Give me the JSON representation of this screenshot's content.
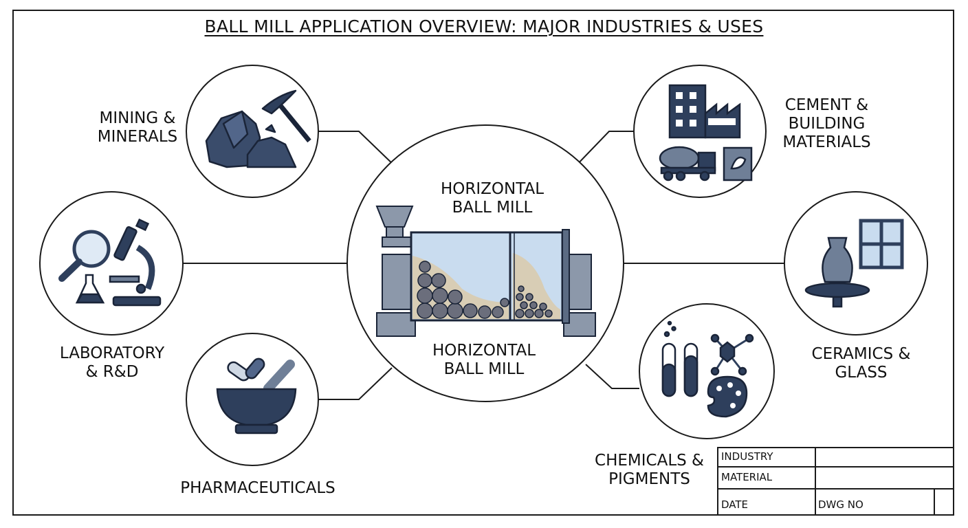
{
  "title": "BALL MILL APPLICATION OVERVIEW: MAJOR INDUSTRIES & USES",
  "center": {
    "label_top": "HORIZONTAL\nBALL MILL",
    "label_bottom": "HORIZONTAL\nBALL MILL"
  },
  "industries": {
    "mining": "MINING &\nMINERALS",
    "laboratory": "LABORATORY\n& R&D",
    "pharma": "PHARMACEUTICALS",
    "cement": "CEMENT &\nBUILDING\nMATERIALS",
    "ceramics": "CERAMICS &\nGLASS",
    "chemicals": "CHEMICALS &\nPIGMENTS"
  },
  "title_block": {
    "industry": "INDUSTRY",
    "material": "MATERIAL",
    "date": "DATE",
    "dwg_no": "DWG NO"
  },
  "colors": {
    "navy": "#2e3f5c",
    "steel": "#6f7f97",
    "light_blue": "#c9dcef",
    "sand": "#d8cdb5",
    "line": "#1a1a1a"
  }
}
